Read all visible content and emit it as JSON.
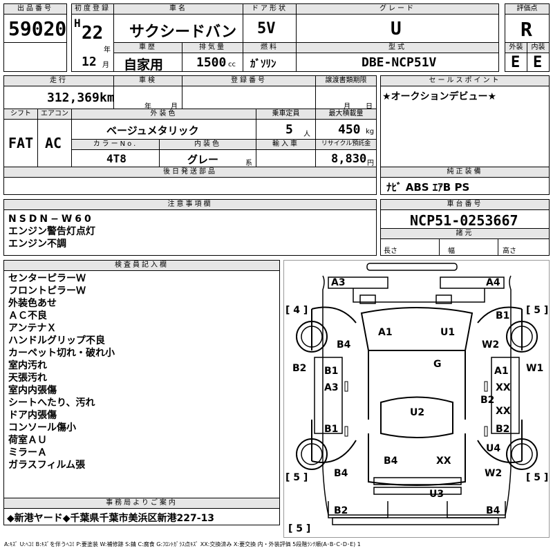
{
  "row1": {
    "lot_label": "出品番号",
    "lot_no": "59020",
    "first_reg_label": "初度登録",
    "era": "H",
    "year": "22",
    "year_unit": "年",
    "month": "12",
    "month_unit": "月",
    "car_name_label": "車名",
    "car_name": "サクシードバン",
    "door_label": "ドア形状",
    "door": "5V",
    "grade_label": "グレード",
    "grade": "U",
    "score_label": "評価点",
    "score": "R",
    "history_label": "車歴",
    "history": "自家用",
    "disp_label": "排気量",
    "disp": "1500",
    "disp_unit": "cc",
    "fuel_label": "燃料",
    "fuel": "ｶﾞｿﾘﾝ",
    "model_label": "型式",
    "model": "DBE-NCP51V",
    "ext_label": "外装",
    "ext": "E",
    "int_label": "内装",
    "int": "E"
  },
  "row2": {
    "mileage_label": "走行",
    "mileage": "312,369",
    "mileage_unit": "km",
    "inspect_label": "車検",
    "inspect_year": "年",
    "inspect_month": "月",
    "regno_label": "登録番号",
    "transfer_label": "譲渡書類期限",
    "transfer_month": "月",
    "transfer_day": "日",
    "shift_label": "シフト",
    "shift": "FAT",
    "ac_label": "エアコン",
    "ac": "AC",
    "color_label": "外装色",
    "color": "ベージュメタリック",
    "capacity_label": "乗車定員",
    "capacity": "5",
    "capacity_unit": "人",
    "load_label": "最大積載量",
    "load": "450",
    "load_unit": "kg",
    "colorno_label": "カラーNo.",
    "colorno": "4T8",
    "intcolor_label": "内装色",
    "intcolor": "グレー",
    "intcolor_unit": "系",
    "import_label": "輸入車",
    "recycle_label": "リサイクル預託金",
    "recycle": "8,830",
    "recycle_unit": "円",
    "later_label": "後日発送部品",
    "sales_label": "セールスポイント",
    "sales": "★オークションデビュー★",
    "equip_label": "純正装備",
    "equip": "ﾅﾋﾞ ABS ｴｱB PS"
  },
  "notes": {
    "label": "注意事項欄",
    "lines": [
      "NSDN−W60",
      "エンジン警告灯点灯",
      "エンジン不調"
    ]
  },
  "chassis": {
    "label": "車台番号",
    "value": "NCP51-0253667",
    "dims_label": "諸元",
    "len": "長さ",
    "wid": "幅",
    "hei": "高さ"
  },
  "inspector": {
    "label": "検査員記入欄",
    "lines": [
      "センターピラーＷ",
      "フロントピラーＷ",
      "外装色あせ",
      "ＡＣ不良",
      "アンテナＸ",
      "ハンドルグリップ不良",
      "カーペット切れ・破れ小",
      "室内汚れ",
      "天張汚れ",
      "室内内張傷",
      "シートへたり、汚れ",
      "ドア内張傷",
      "コンソール傷小",
      "荷室ＡＵ",
      "ミラーＡ",
      "ガラスフィルム張"
    ]
  },
  "office": {
    "label": "事務局よりご案内",
    "text": "◆新港ヤード◆千葉県千葉市美浜区新港227-13"
  },
  "diagram": {
    "marks": [
      "A3",
      "A4",
      "B1",
      "A1",
      "U1",
      "B4",
      "W2",
      "B2",
      "W1",
      "G",
      "B1",
      "A1",
      "A3",
      "XX",
      "B2",
      "XX",
      "B1",
      "B2",
      "U2",
      "U4",
      "B4",
      "XX",
      "B4",
      "W2",
      "U3",
      "B2",
      "B4"
    ],
    "brackets": [
      "[ 4 ]",
      "[ 5 ]",
      "[ 5 ]",
      "[ 5 ]",
      "[ 5 ]"
    ]
  },
  "legend": "A:ｷｽﾞ U:ﾍｺﾐ B:ｷｽﾞを伴うﾍｺﾐ P:要塗装 W:補修跡 S:錆 C:腐食 G:ﾌﾛﾝﾄｶﾞﾗｽ点ｷｽﾞ XX:交換済み X:要交換 内・外装評価 5段階ﾗﾝｸ順(A･B･C･D･E) 1"
}
